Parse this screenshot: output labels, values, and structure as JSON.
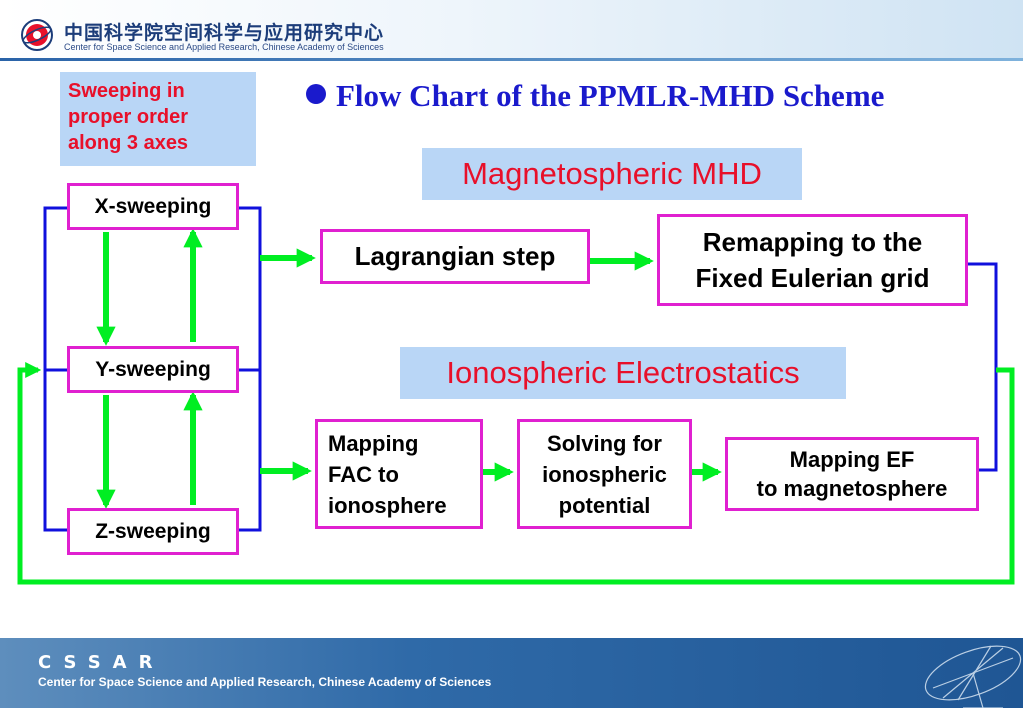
{
  "header": {
    "cn_title": "中国科学院空间科学与应用研究中心",
    "en_subtitle": "Center for Space Science and Applied Research, Chinese Academy of Sciences",
    "logo_icon": "cssar-logo-icon"
  },
  "note": {
    "line1": "Sweeping in",
    "line2": "proper order",
    "line3": "along 3 axes"
  },
  "title": "Flow Chart of the PPMLR-MHD Scheme",
  "sections": {
    "mhd": "Magnetospheric MHD",
    "iono": "Ionospheric Electrostatics"
  },
  "sweeps": {
    "x": "X-sweeping",
    "y": "Y-sweeping",
    "z": "Z-sweeping"
  },
  "mhd_steps": {
    "lagrangian": "Lagrangian step",
    "remap_line1": "Remapping to the",
    "remap_line2": "Fixed Eulerian grid"
  },
  "iono_steps": {
    "fac_line1": "Mapping",
    "fac_line2": "FAC to",
    "fac_line3": "ionosphere",
    "solve_line1": "Solving for",
    "solve_line2": "ionospheric",
    "solve_line3": "potential",
    "ef_line1": "Mapping EF",
    "ef_line2": "to magnetosphere"
  },
  "footer": {
    "logo_text": "CSSAR",
    "text": "Center for Space Science and Applied Research, Chinese Academy of Sciences"
  },
  "colors": {
    "box_border": "#e020d0",
    "arrow_green": "#00ee22",
    "line_blue": "#1010dd",
    "label_bg": "#b9d6f6",
    "title_blue": "#1a1acc",
    "section_red": "#e8102a"
  }
}
